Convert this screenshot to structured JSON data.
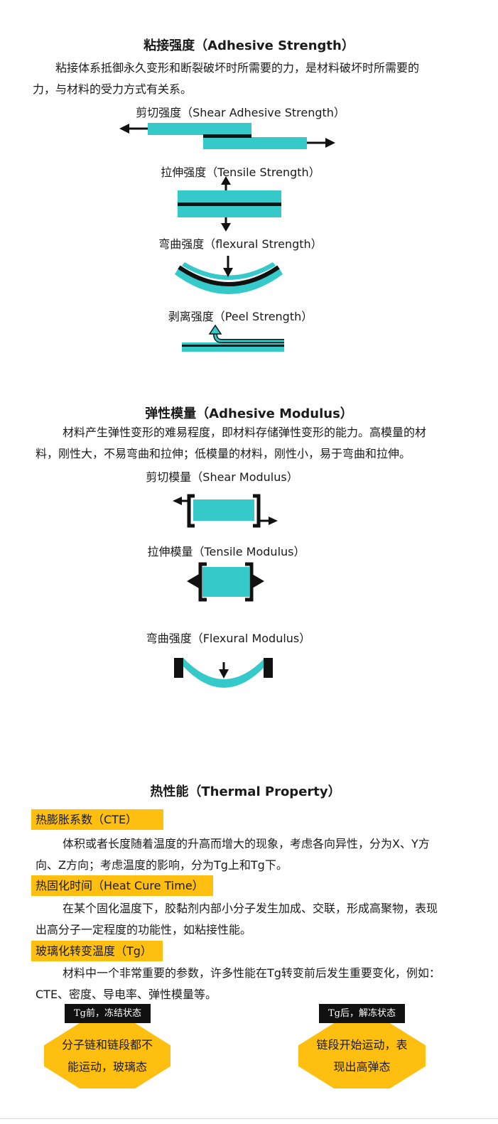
{
  "adhesive_strength": {
    "title": "粘接强度（Adhesive Strength）",
    "desc_line1": "粘接体系抵御永久变形和断裂破坏时所需要的力，是材料破坏时所需要的",
    "desc_line2": "力，与材料的受力方式有关系。",
    "shear_label": "剪切强度（Shear Adhesive Strength）",
    "tensile_label": "拉伸强度（Tensile Strength）",
    "flexural_label": "弯曲强度（flexural Strength）",
    "peel_label": "剥离强度（Peel Strength）"
  },
  "adhesive_modulus": {
    "title": "弹性模量（Adhesive Modulus）",
    "desc_line1": "材料产生弹性变形的难易程度，即材料存储弹性变形的能力。高模量的材",
    "desc_line2": "料，刚性大，不易弯曲和拉伸；低模量的材料，刚性小，易于弯曲和拉伸。",
    "shear_label": "剪切模量（Shear Modulus）",
    "tensile_label": "拉伸模量（Tensile Modulus）",
    "flexural_label": "弯曲强度（Flexural Modulus）"
  },
  "thermal": {
    "title": "热性能（Thermal Property）",
    "cte_tag": "热膨胀系数（CTE）",
    "cte_line1": "体积或者长度随着温度的升高而增大的现象，考虑各向异性，分为X、Y方",
    "cte_line2": "向、Z方向；考虑温度的影响，分为Tg上和Tg下。",
    "cure_tag": "热固化时间（Heat Cure Time）",
    "cure_line1": "在某个固化温度下，胶黏剂内部小分子发生加成、交联，形成高聚物，表现",
    "cure_line2": "出高分子一定程度的功能性，如粘接性能。",
    "tg_tag": "玻璃化转变温度（Tg）",
    "tg_line1": "材料中一个非常重要的参数，许多性能在Tg转变前后发生重要变化，例如：",
    "tg_line2": "CTE、密度、导电率、弹性模量等。",
    "before_label": "Tg前，冻结状态",
    "before_line1": "分子链和链段都不",
    "before_line2": "能运动，玻璃态",
    "after_label": "Tg后，解冻状态",
    "after_line1": "链段开始运动，表",
    "after_line2": "现出高弹态"
  },
  "colors": {
    "teal": "#35c9c9",
    "black": "#111111",
    "orange": "#ffbf10"
  }
}
